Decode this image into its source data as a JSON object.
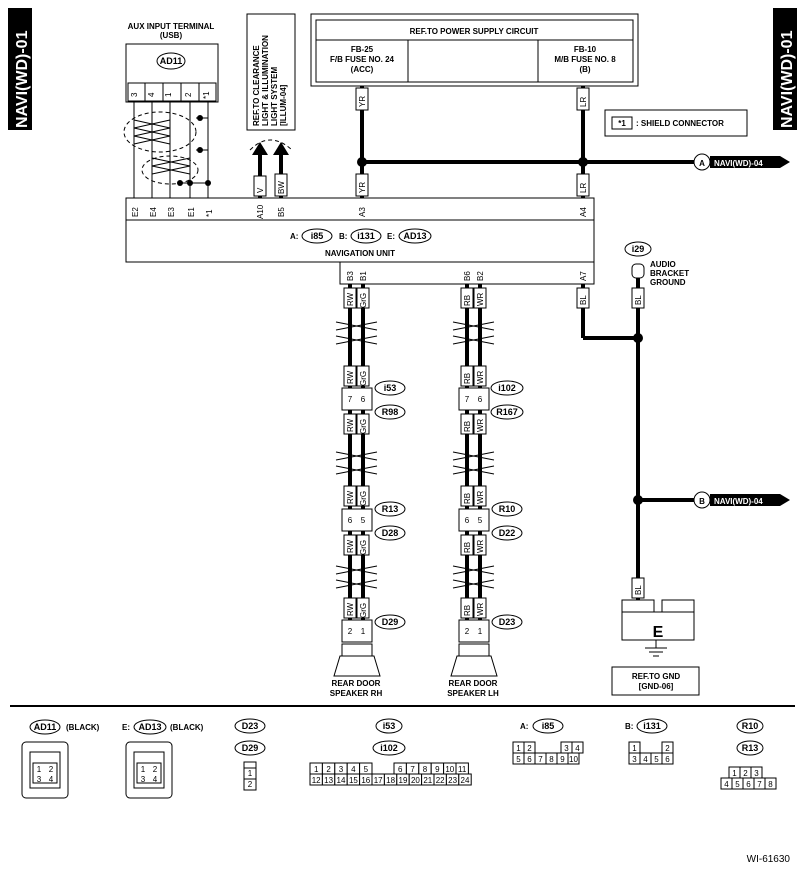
{
  "page_tag": "NAVI(WD)-01",
  "aux_terminal": {
    "title_line1": "AUX INPUT TERMINAL",
    "title_line2": "(USB)",
    "connector": "AD11",
    "pins": [
      "3",
      "4",
      "1",
      "2",
      "*1"
    ]
  },
  "clearance_ref": {
    "line1": "REF.TO CLEARANCE",
    "line2": "LIGHT & ILLUMINATION",
    "line3": "LIGHT SYSTEM",
    "line4": "[ILLUM-04]"
  },
  "power_supply": {
    "title": "REF.TO POWER SUPPLY CIRCUIT",
    "fuse_left": {
      "line1": "FB-25",
      "line2": "F/B FUSE NO. 24",
      "line3": "(ACC)"
    },
    "fuse_right": {
      "line1": "FB-10",
      "line2": "M/B FUSE NO. 8",
      "line3": "(B)"
    }
  },
  "shield_legend": {
    "symbol": "*1",
    "text": ": SHIELD CONNECTOR"
  },
  "wire_colors": {
    "yr": "YR",
    "lr": "LR",
    "v": "V",
    "bw": "BW",
    "bl": "BL",
    "rw": "RW",
    "grg": "GrG",
    "rb": "RB",
    "wr": "WR"
  },
  "offpage": [
    {
      "letter": "A",
      "ref": "NAVI(WD)-04"
    },
    {
      "letter": "B",
      "ref": "NAVI(WD)-04"
    }
  ],
  "nav_unit": {
    "label": "NAVIGATION UNIT",
    "conn_a": "A:",
    "conn_a_code": "i85",
    "conn_b": "B:",
    "conn_b_code": "i131",
    "conn_e": "E:",
    "conn_e_code": "AD13",
    "top_pins": [
      "E2",
      "E4",
      "E3",
      "E1",
      "*1",
      "A10",
      "B5",
      "A3",
      "A4"
    ],
    "bottom_pins": [
      "B3",
      "B1",
      "B6",
      "B2",
      "A7"
    ]
  },
  "ground": {
    "code": "i29",
    "line1": "AUDIO",
    "line2": "BRACKET",
    "line3": "GROUND"
  },
  "connectors_rh": [
    {
      "code": "i53",
      "pins": [
        "7",
        "6"
      ]
    },
    {
      "code": "R98"
    },
    {
      "code": "R13",
      "pins": [
        "6",
        "5"
      ]
    },
    {
      "code": "D28"
    },
    {
      "code": "D29",
      "pins": [
        "2",
        "1"
      ]
    }
  ],
  "connectors_lh": [
    {
      "code": "i102",
      "pins": [
        "7",
        "6"
      ]
    },
    {
      "code": "R167"
    },
    {
      "code": "R10",
      "pins": [
        "6",
        "5"
      ]
    },
    {
      "code": "D22"
    },
    {
      "code": "D23",
      "pins": [
        "2",
        "1"
      ]
    }
  ],
  "speakers": {
    "rh_line1": "REAR DOOR",
    "rh_line2": "SPEAKER RH",
    "lh_line1": "REAR DOOR",
    "lh_line2": "SPEAKER LH"
  },
  "gnd_ref": {
    "symbol": "E",
    "line1": "REF.TO GND",
    "line2": "[GND-06]"
  },
  "legend": {
    "ad11": {
      "code": "AD11",
      "color": "(BLACK)",
      "pins": [
        "1",
        "2",
        "3",
        "4"
      ]
    },
    "ad13": {
      "prefix": "E:",
      "code": "AD13",
      "color": "(BLACK)",
      "pins": [
        "1",
        "2",
        "3",
        "4"
      ]
    },
    "d23": "D23",
    "d29": "D29",
    "d_pins": [
      "1",
      "2"
    ],
    "i53": "i53",
    "i102": "i102",
    "i53_row1": [
      "1",
      "2",
      "3",
      "4",
      "5",
      "6",
      "7",
      "8",
      "9",
      "10",
      "11"
    ],
    "i53_row2": [
      "12",
      "13",
      "14",
      "15",
      "16",
      "17",
      "18",
      "19",
      "20",
      "21",
      "22",
      "23",
      "24"
    ],
    "i85_prefix": "A:",
    "i85": "i85",
    "i85_row1": [
      "1",
      "2",
      "3",
      "4"
    ],
    "i85_row2": [
      "5",
      "6",
      "7",
      "8",
      "9",
      "10"
    ],
    "i131_prefix": "B:",
    "i131": "i131",
    "i131_row1": [
      "1",
      "2"
    ],
    "i131_row2": [
      "3",
      "4",
      "5",
      "6"
    ],
    "r10": "R10",
    "r13": "R13",
    "r_row1": [
      "1",
      "2",
      "3"
    ],
    "r_row2": [
      "4",
      "5",
      "6",
      "7",
      "8"
    ]
  },
  "figure_id": "WI-61630"
}
